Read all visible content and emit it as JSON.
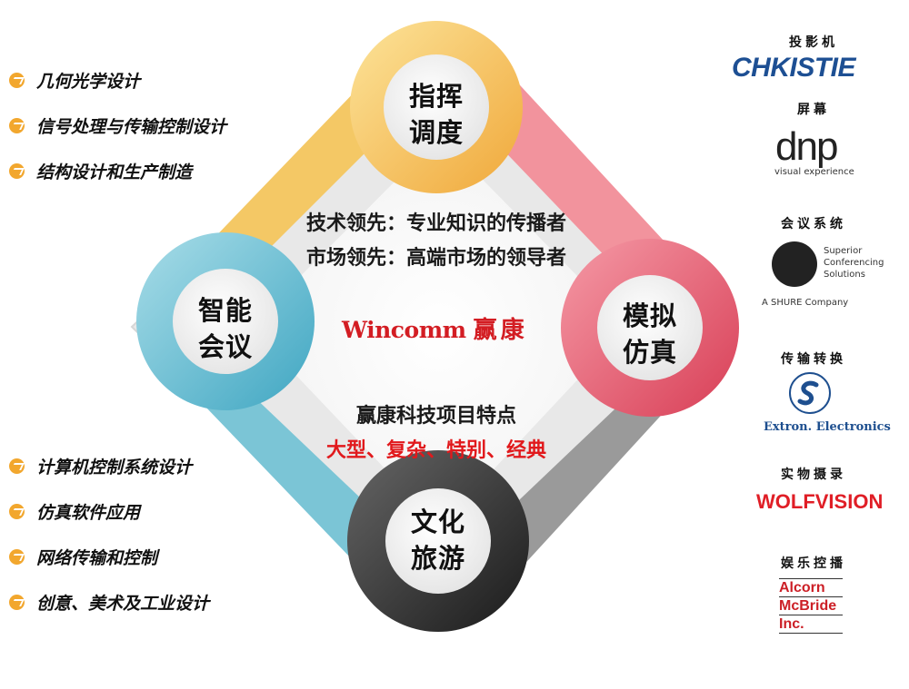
{
  "left_top_list": [
    "几何光学设计",
    "信号处理与传输控制设计",
    "结构设计和生产制造"
  ],
  "left_bottom_list": [
    "计算机控制系统设计",
    "仿真软件应用",
    "网络传输和控制",
    "创意、美术及工业设计"
  ],
  "circles": {
    "top": [
      "指挥",
      "调度"
    ],
    "left": [
      "智能",
      "会议"
    ],
    "right": [
      "模拟",
      "仿真"
    ],
    "bottom": [
      "文化",
      "旅游"
    ]
  },
  "center": {
    "line1": "技术领先：专业知识的传播者",
    "line2": "市场领先：高端市场的领导者",
    "brand_en": "Wincomm",
    "brand_cn": "赢康",
    "features_title": "赢康科技项目特点",
    "features": "大型、复杂、特别、经典"
  },
  "partners": {
    "projector": {
      "heading": "投影机",
      "logo": "CHKISTIE"
    },
    "screen": {
      "heading": "屏幕",
      "logo": "dnp",
      "sub": "visual experience"
    },
    "conference": {
      "heading": "会议系统",
      "line1": "Superior",
      "line2": "Conferencing",
      "line3": "Solutions",
      "sub": "A SHURE Company"
    },
    "transmission": {
      "heading": "传输转换",
      "logo": "Extron. Electronics"
    },
    "presenter": {
      "heading": "实物摄录",
      "logo": "WOLFVISION"
    },
    "playback": {
      "heading": "娱乐控播",
      "logo_lines": [
        "Alcorn",
        "McBride",
        "Inc."
      ]
    }
  },
  "colors": {
    "bullet": "#f2a72e",
    "top_circle": "#f3b94a",
    "left_circle": "#5fb9cf",
    "right_circle": "#e3566c",
    "bottom_circle": "#2f2f2f",
    "brand_red": "#d31d23",
    "christie_blue": "#1d4f93"
  }
}
